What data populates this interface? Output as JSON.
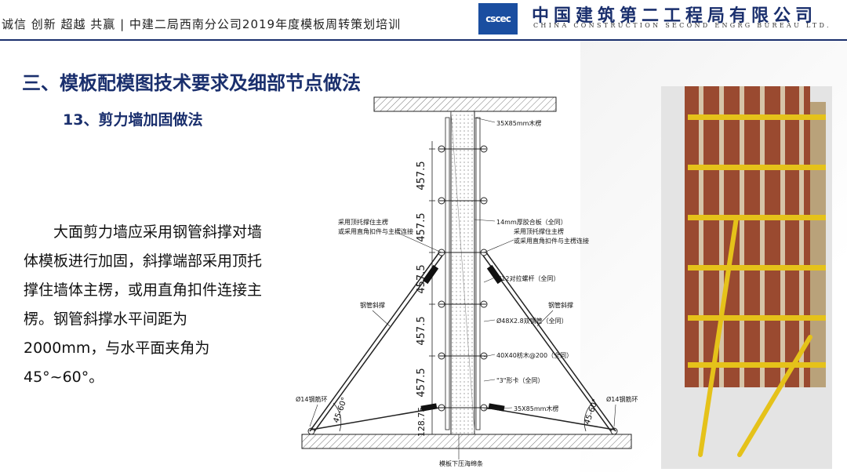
{
  "header": {
    "slogan": "诚信 创新 超越 共赢 | 中建二局西南分公司2019年度模板周转策划培训",
    "logo_text": "cscec",
    "company_cn": "中国建筑第二工程局有限公司",
    "company_en": "CHINA CONSTRUCTION SECOND ENGRG BUREAU LTD."
  },
  "slide": {
    "section_title": "三、模板配模图技术要求及细部节点做法",
    "sub_title": "13、剪力墙加固做法",
    "paragraph": "大面剪力墙应采用钢管斜撑对墙体模板进行加固，斜撑端部采用顶托撑住墙体主楞，或用直角扣件连接主楞。钢管斜撑水平间距为2000mm，与水平面夹角为45°~60°。"
  },
  "drawing": {
    "dim_labels": [
      "457.5",
      "457.5",
      "457.5",
      "457.5",
      "457.5",
      "128.75"
    ],
    "labels": {
      "top_wood": "35X85mm木楞",
      "plywood": "14mm厚胶合板（全同）",
      "rod": "Ø12对拉螺杆（全同）",
      "steel_pipe": "Ø48X2.8双钢管（全同）",
      "square_timber": "40X40枋木@200（全同）",
      "clip": "\"3\"形卡（全同）",
      "bottom_wood": "35X85mm木楞",
      "brace_left": "钢管斜撑",
      "brace_right": "钢管斜撑",
      "ring_left": "Ø14钢筋环",
      "ring_right": "Ø14钢筋环",
      "note_left_1": "采用顶托撑住主楞",
      "note_left_2": "或采用直角扣件与主楞连接",
      "note_right_1": "采用顶托撑住主楞",
      "note_right_2": "或采用直角扣件与主楞连接",
      "bottom_note": "模板下压海绵条",
      "angle_left": "45-60°",
      "angle_right": "45-60°"
    }
  },
  "colors": {
    "brand_blue": "#1a2f6d",
    "pipe_yellow": "#e5c21a",
    "plywood_red": "#9a4a30"
  }
}
